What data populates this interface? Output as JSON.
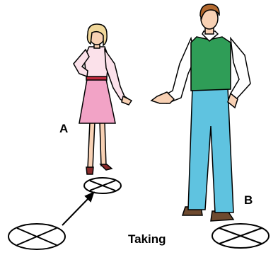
{
  "figure": {
    "label_a": "A",
    "label_b": "B",
    "caption": "Taking"
  },
  "colors": {
    "woman_dress": "#f2a3c6",
    "woman_blouse": "#fbe1ea",
    "woman_hair": "#f0d79a",
    "man_vest": "#2f9d57",
    "man_shirt": "#ffffff",
    "man_pants": "#5fc3e0",
    "man_hair": "#b3692f",
    "skin": "#f8d1b4",
    "shoes": "#6e4a2f",
    "outline": "#000000"
  }
}
